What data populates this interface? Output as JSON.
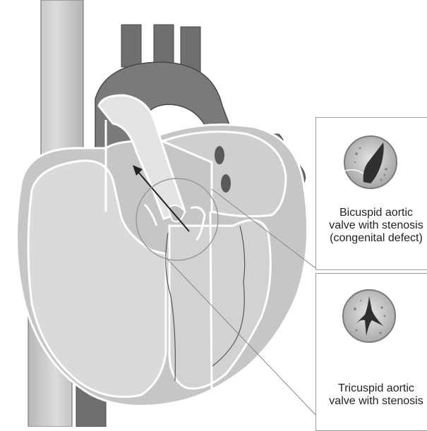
{
  "panels": [
    {
      "lines": [
        "Bicuspid aortic",
        "valve with stenosis",
        "(congenital defect)"
      ]
    },
    {
      "lines": [
        "Tricuspid aortic",
        "valve with stenosis"
      ]
    }
  ],
  "colors": {
    "heart_light": "#d9d9d9",
    "heart_mid": "#bdbdbd",
    "vessel_dark": "#6f6f6f",
    "outline": "#ffffff",
    "stroke_dark": "#3a3a3a"
  },
  "icons": [
    "flow-arrow-icon",
    "bicuspid-valve-icon",
    "tricuspid-valve-icon",
    "magnifier-circle-icon"
  ]
}
